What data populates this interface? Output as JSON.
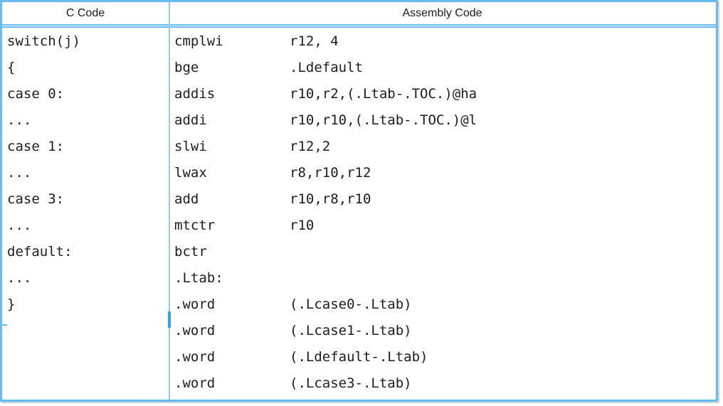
{
  "colors": {
    "border_blue": "#66BCF2",
    "divider_blue": "#8FCEF6",
    "divider_accent_blue": "#29A6E4",
    "text": "#1d1d1f"
  },
  "table": {
    "columns": [
      {
        "label": "C Code"
      },
      {
        "label": "Assembly Code"
      }
    ],
    "rows": [
      {
        "c": "switch(j)",
        "asm": {
          "mnemonic": "cmplwi",
          "operands": "r12, 4"
        }
      },
      {
        "c": "{",
        "asm": {
          "mnemonic": "bge",
          "operands": ".Ldefault"
        }
      },
      {
        "c": "case 0:",
        "asm": {
          "mnemonic": "addis",
          "operands": "r10,r2,(.Ltab-.TOC.)@ha"
        }
      },
      {
        "c": "...",
        "asm": {
          "mnemonic": "addi",
          "operands": "r10,r10,(.Ltab-.TOC.)@l"
        }
      },
      {
        "c": "case 1:",
        "asm": {
          "mnemonic": "slwi",
          "operands": "r12,2"
        }
      },
      {
        "c": "...",
        "asm": {
          "mnemonic": "lwax",
          "operands": "r8,r10,r12"
        }
      },
      {
        "c": "case 3:",
        "asm": {
          "mnemonic": "add",
          "operands": "r10,r8,r10"
        }
      },
      {
        "c": "...",
        "asm": {
          "mnemonic": "mtctr",
          "operands": "r10"
        }
      },
      {
        "c": "default:",
        "asm": {
          "mnemonic": "bctr",
          "operands": ""
        }
      },
      {
        "c": "...",
        "asm": {
          "mnemonic": ".Ltab:",
          "operands": ""
        }
      },
      {
        "c": "}",
        "asm": {
          "mnemonic": ".word",
          "operands": "(.Lcase0-.Ltab)"
        }
      },
      {
        "c": "",
        "asm": {
          "mnemonic": ".word",
          "operands": "(.Lcase1-.Ltab)"
        }
      },
      {
        "c": "",
        "asm": {
          "mnemonic": ".word",
          "operands": "(.Ldefault-.Ltab)"
        }
      },
      {
        "c": "",
        "asm": {
          "mnemonic": ".word",
          "operands": "(.Lcase3-.Ltab)"
        }
      }
    ]
  }
}
